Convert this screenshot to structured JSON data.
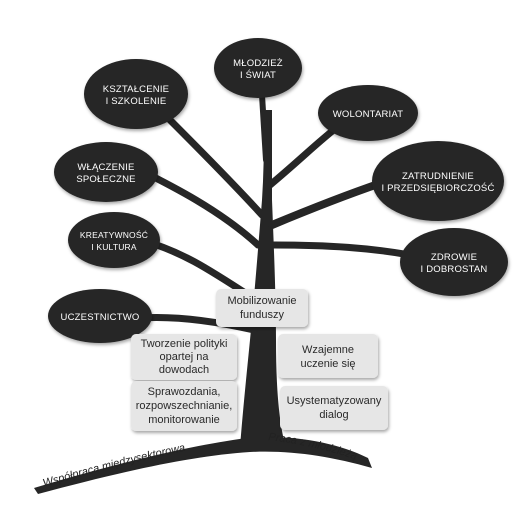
{
  "leaves": [
    {
      "id": "mlodziez-i-swiat",
      "lines": [
        "MŁODZIEŻ",
        "I ŚWIAT"
      ]
    },
    {
      "id": "ksztalcenie",
      "lines": [
        "KSZTAŁCENIE",
        "I SZKOLENIE"
      ]
    },
    {
      "id": "wolontariat",
      "lines": [
        "WOLONTARIAT"
      ]
    },
    {
      "id": "wlaczenie",
      "lines": [
        "WŁĄCZENIE",
        "SPOŁECZNE"
      ]
    },
    {
      "id": "zatrudnienie",
      "lines": [
        "ZATRUDNIENIE",
        "I PRZEDSIĘBIORCZOŚĆ"
      ]
    },
    {
      "id": "kreatywnosc",
      "lines": [
        "KREATYWNOŚĆ",
        "I KULTURA"
      ]
    },
    {
      "id": "zdrowie",
      "lines": [
        "ZDROWIE",
        "I DOBROSTAN"
      ]
    },
    {
      "id": "uczestnictwo",
      "lines": [
        "UCZESTNICTWO"
      ]
    }
  ],
  "boxes": [
    {
      "id": "mobilizowanie",
      "lines": [
        "Mobilizowanie",
        "funduszy"
      ]
    },
    {
      "id": "tworzenie",
      "lines": [
        "Tworzenie polityki",
        "opartej na",
        "dowodach"
      ]
    },
    {
      "id": "wzajemne",
      "lines": [
        "Wzajemne",
        "uczenie się"
      ]
    },
    {
      "id": "sprawozdania",
      "lines": [
        "Sprawozdania,",
        "rozpowszechnianie,",
        "monitorowanie"
      ]
    },
    {
      "id": "usystematyzowany",
      "lines": [
        "Usystematyzowany",
        "dialog"
      ]
    }
  ],
  "roots": {
    "left": "Współpraca międzysektorowa",
    "right": "Praca z młodzieżą"
  },
  "colors": {
    "tree": "#262626",
    "leaf": "#262626",
    "leaf_text": "#ffffff",
    "box_fill": "#e6e6e6",
    "box_text": "#2a2a2a"
  }
}
